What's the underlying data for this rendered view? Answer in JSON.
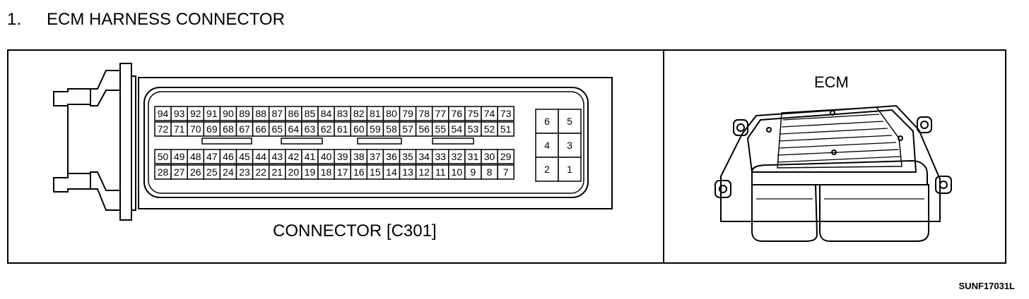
{
  "heading": {
    "number": "1.",
    "title": "ECM HARNESS CONNECTOR"
  },
  "connector": {
    "caption": "CONNECTOR [C301]",
    "upper_block": {
      "row1": [
        "94",
        "93",
        "92",
        "91",
        "90",
        "89",
        "88",
        "87",
        "86",
        "85",
        "84",
        "83",
        "82",
        "81",
        "80",
        "79",
        "78",
        "77",
        "76",
        "75",
        "74",
        "73"
      ],
      "row2": [
        "72",
        "71",
        "70",
        "69",
        "68",
        "67",
        "66",
        "65",
        "64",
        "63",
        "62",
        "61",
        "60",
        "59",
        "58",
        "57",
        "56",
        "55",
        "54",
        "53",
        "52",
        "51"
      ]
    },
    "lower_block": {
      "row1": [
        "50",
        "49",
        "48",
        "47",
        "46",
        "45",
        "44",
        "43",
        "42",
        "41",
        "40",
        "39",
        "38",
        "37",
        "36",
        "35",
        "34",
        "33",
        "32",
        "31",
        "30",
        "29"
      ],
      "row2": [
        "28",
        "27",
        "26",
        "25",
        "24",
        "23",
        "22",
        "21",
        "20",
        "19",
        "18",
        "17",
        "16",
        "15",
        "14",
        "13",
        "12",
        "11",
        "10",
        "9",
        "8",
        "7"
      ]
    },
    "side_block": [
      [
        "6",
        "5"
      ],
      [
        "4",
        "3"
      ],
      [
        "2",
        "1"
      ]
    ]
  },
  "ecm": {
    "label": "ECM"
  },
  "figure_id": "SUNF17031L"
}
